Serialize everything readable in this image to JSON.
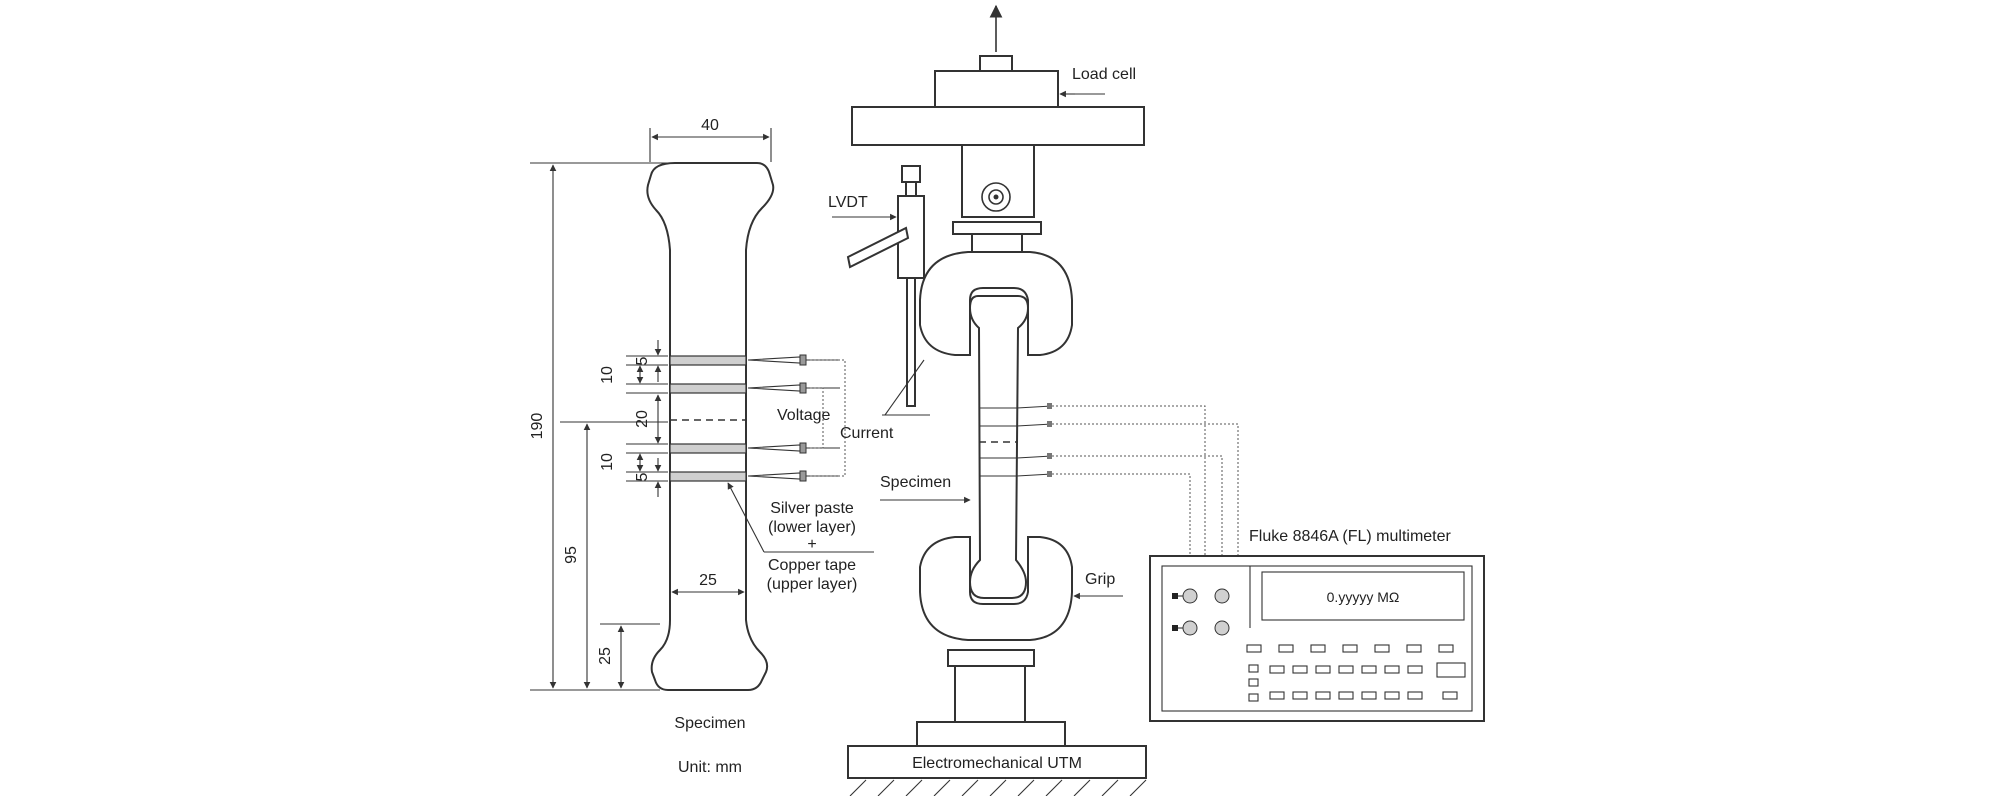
{
  "labels": {
    "load_cell": "Load cell",
    "lvdt": "LVDT",
    "voltage": "Voltage",
    "current": "Current",
    "specimen_arrow": "Specimen",
    "silver_paste_1": "Silver paste",
    "silver_paste_2": "(lower layer)",
    "plus": "+",
    "copper_tape_1": "Copper tape",
    "copper_tape_2": "(upper layer)",
    "grip": "Grip",
    "multimeter": "Fluke 8846A (FL) multimeter",
    "display": "0.yyyyy MΩ",
    "utm": "Electromechanical UTM",
    "specimen_caption": "Specimen",
    "unit": "Unit: mm"
  },
  "dimensions": {
    "width_top": "40",
    "width_mid": "25",
    "height_total": "190",
    "height_half": "95",
    "height_grip": "25",
    "d5_top": "5",
    "d10_top": "10",
    "d20": "20",
    "d10_bottom": "10",
    "d5_bottom": "5"
  },
  "colors": {
    "line": "#333333",
    "electrode_fill": "#cfcfcf"
  }
}
